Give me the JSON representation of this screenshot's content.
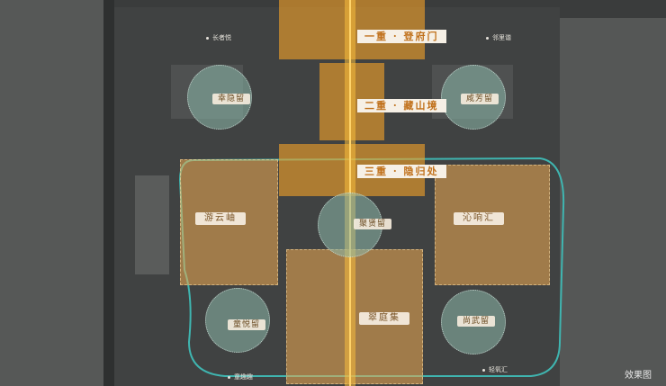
{
  "tiers": {
    "tier1": "一重 · 登府门",
    "tier2": "二重 · 藏山境",
    "tier3": "三重 · 隐归处"
  },
  "zones": {
    "left": "游云岫",
    "right": "沁响汇",
    "bottom_center": "翠庭集"
  },
  "pavilions": {
    "top_left": "幸隐留",
    "top_right": "咸芳留",
    "center": "聚贤留",
    "bottom_left": "童悦留",
    "bottom_right": "尚武留"
  },
  "side_labels": {
    "top_left": "长者悦",
    "top_right": "邻里谐",
    "bottom_left": "童趣趣",
    "bottom_right": "轻氧汇"
  },
  "watermark": "效果图",
  "colors": {
    "axis": "#f0a020",
    "teal_boundary": "#3fb5b0",
    "pavilion": "#8cb9ac",
    "zone": "#eeac52"
  }
}
